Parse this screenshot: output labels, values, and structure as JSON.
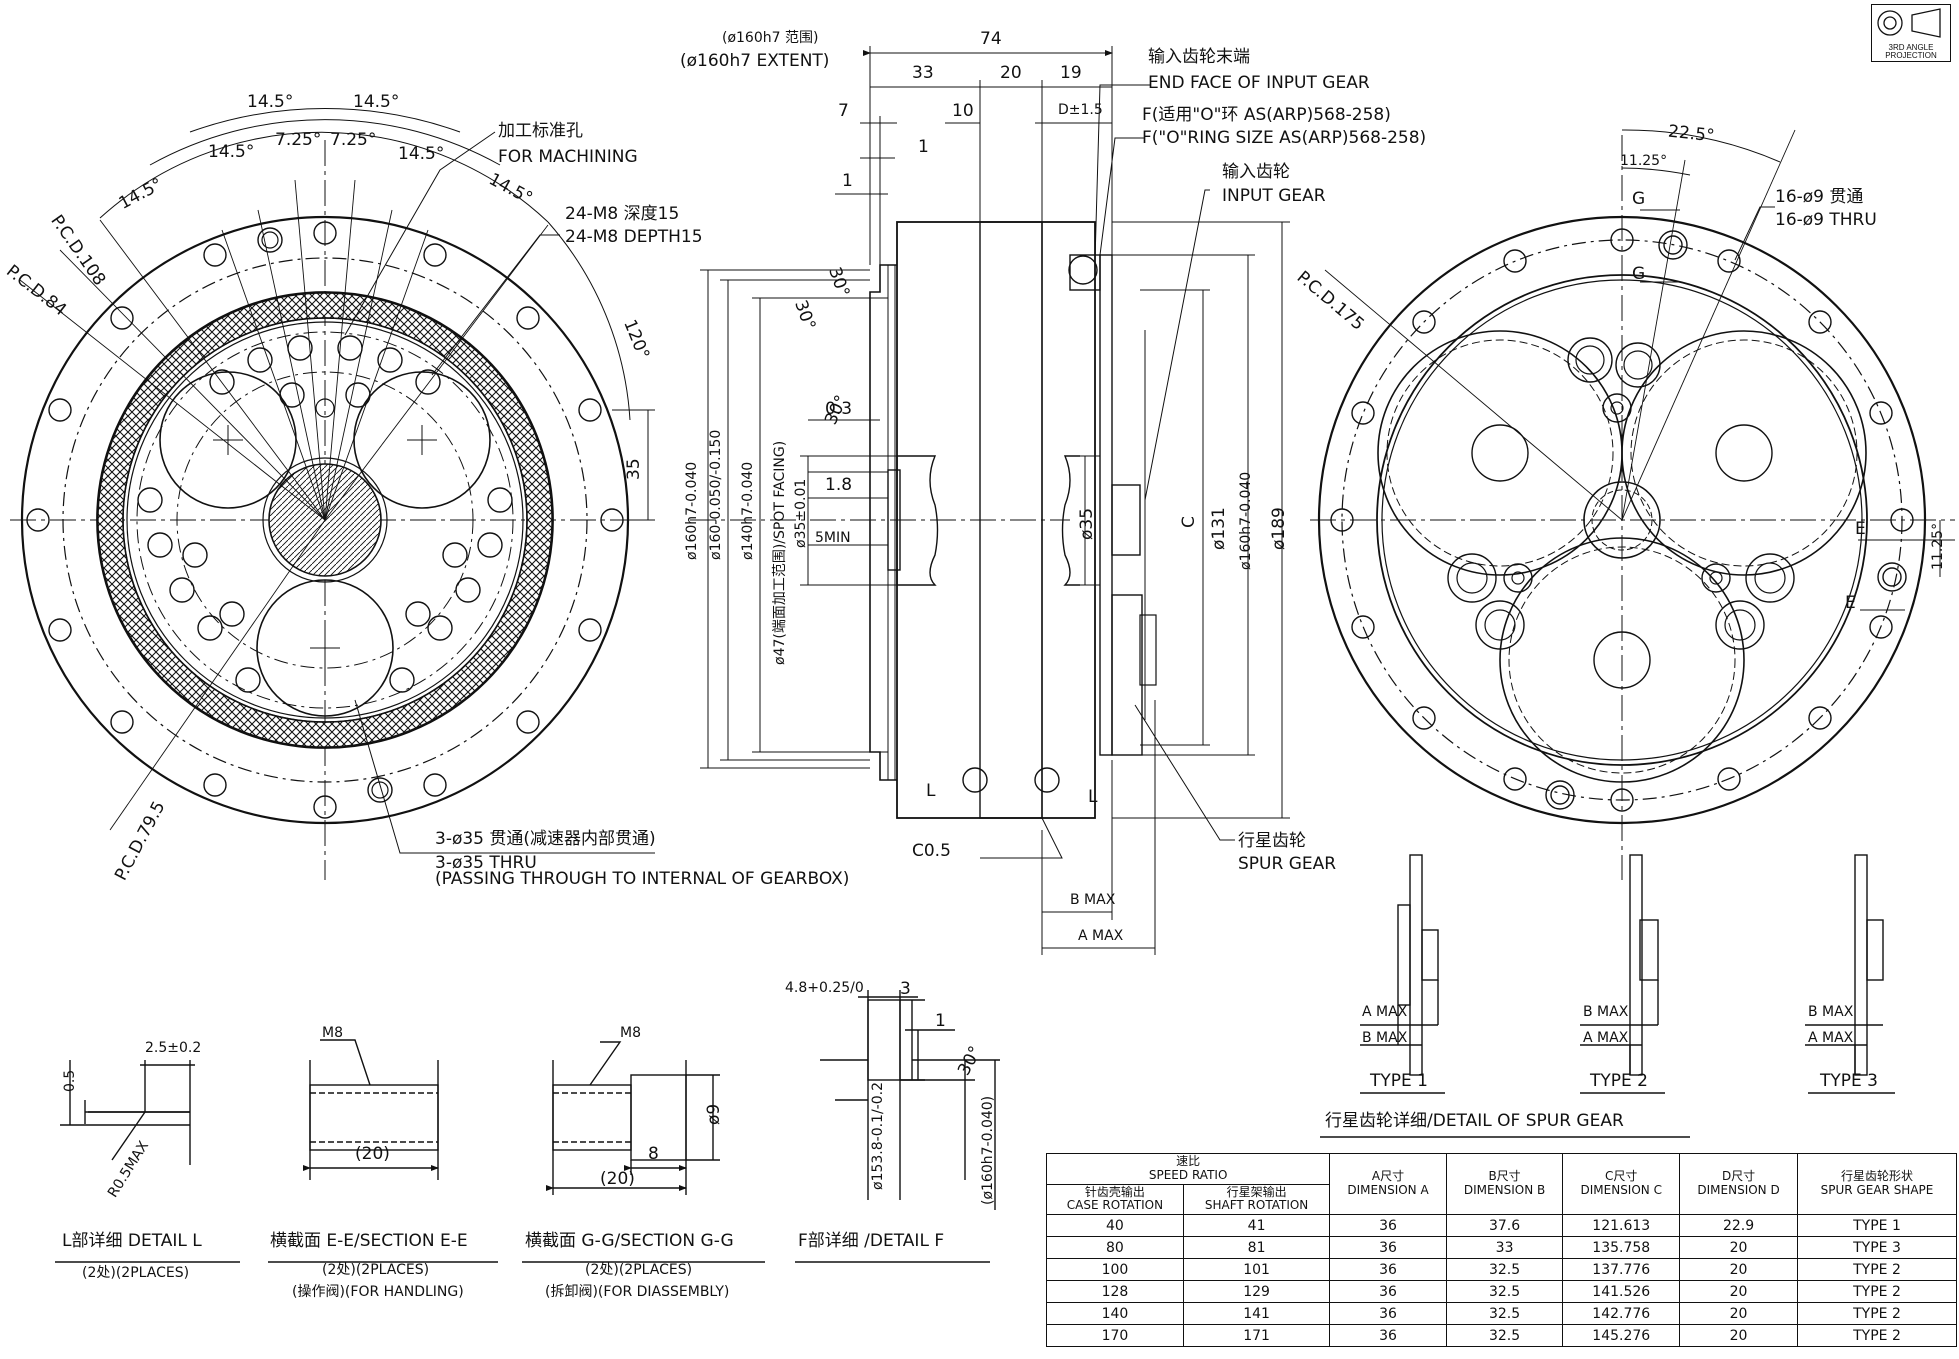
{
  "projection": "3RD ANGLE\nPROJECTION",
  "left_view": {
    "angle_a": "14.5°",
    "angle_b": "14.5°",
    "angle_c": "14.5°",
    "angle_d": "7.25°",
    "angle_e": "7.25°",
    "angle_f": "14.5°",
    "angle_g": "14.5°",
    "angle_h": "14.5°",
    "angle_120": "120°",
    "dim_35": "35",
    "pcd_108": "P.C.D.108",
    "pcd_84": "P.C.D.84",
    "pcd_79_5": "P.C.D.79.5",
    "machining_cn": "加工标准孔",
    "machining_en": "FOR MACHINING",
    "tap_cn": "24-M8 深度15",
    "tap_en": "24-M8 DEPTH15",
    "thru_cn": "3-ø35 贯通(减速器内部贯通)",
    "thru_en": "3-ø35 THRU",
    "thru_en2": "(PASSING THROUGH TO INTERNAL OF GEARBOX)"
  },
  "section_view": {
    "extent_cn": "(ø160h7 范围)",
    "extent_en": "(ø160h7 EXTENT)",
    "dim_74": "74",
    "dim_33": "33",
    "dim_20": "20",
    "dim_19": "19",
    "dim_7": "7",
    "dim_10": "10",
    "dim_1a": "1",
    "dim_1b": "1",
    "dim_d": "D±1.5",
    "dim_30a": "30°",
    "dim_30b": "30°",
    "dim_30c": "30°",
    "dim_0_3": "0.3",
    "dim_1_8": "1.8",
    "dim_5min": "5MIN",
    "dia_160a": "ø160h7-0.040",
    "dia_160b": "ø160-0.050/-0.150",
    "dia_140": "ø140h7-0.040",
    "dia_47": "ø47(端面加工范围)/SPOT FACING)",
    "dia_35tol": "ø35±0.01",
    "dia_35": "ø35",
    "dim_c": "C",
    "dia_131": "ø131",
    "dia_160c": "ø160h7-0.040",
    "dia_189": "ø189",
    "end_face_cn": "输入齿轮末端",
    "end_face_en": "END FACE OF INPUT GEAR",
    "oring_cn": "F(适用\"O\"环 AS(ARP)568-258)",
    "oring_en": "F(\"O\"RING SIZE AS(ARP)568-258)",
    "input_gear_cn": "输入齿轮",
    "input_gear_en": "INPUT GEAR",
    "spur_gear_cn": "行星齿轮",
    "spur_gear_en": "SPUR GEAR",
    "l_left": "L",
    "l_right": "L",
    "c05": "C0.5",
    "b_max": "B MAX",
    "a_max": "A MAX"
  },
  "right_view": {
    "angle_22_5": "22.5°",
    "angle_11_25": "11.25°",
    "angle_11_25b": "11.25°",
    "g_top": "G",
    "g_bottom": "G",
    "e_top": "E",
    "e_bottom": "E",
    "holes_cn": "16-ø9 贯通",
    "holes_en": "16-ø9 THRU",
    "pcd_175": "P.C.D.175"
  },
  "gear_types": {
    "t1": {
      "label": "TYPE 1",
      "upper": "A MAX",
      "lower": "B MAX"
    },
    "t2": {
      "label": "TYPE 2",
      "upper": "B MAX",
      "lower": "A MAX"
    },
    "t3": {
      "label": "TYPE 3",
      "upper": "B MAX",
      "lower": "A MAX"
    },
    "title": "行星齿轮详细/DETAIL OF SPUR GEAR"
  },
  "details": {
    "l": {
      "dim_2_5": "2.5±0.2",
      "dim_0_5": "0.5",
      "r05": "R0.5MAX",
      "title": "L部详细 DETAIL L",
      "sub": "(2处)(2PLACES)"
    },
    "e": {
      "m8": "M8",
      "dim_20": "(20)",
      "title": "横截面 E-E/SECTION E-E",
      "sub": "(2处)(2PLACES)",
      "sub2": "(操作阀)(FOR HANDLING)"
    },
    "g": {
      "m8": "M8",
      "dim_9": "ø9",
      "dim_8": "8",
      "dim_20": "(20)",
      "title": "横截面 G-G/SECTION G-G",
      "sub": "(2处)(2PLACES)",
      "sub2": "(拆卸阀)(FOR DIASSEMBLY)"
    },
    "f": {
      "dim_4_8": "4.8+0.25/0",
      "dim_3": "3",
      "dim_1": "1",
      "dim_30": "30°",
      "dia_153": "ø153.8-0.1/-0.2",
      "dia_160": "(ø160h7-0.040)",
      "title": "F部详细 /DETAIL F"
    }
  },
  "table": {
    "speed_ratio": "速比\nSPEED RATIO",
    "case_rotation": "针齿壳输出\nCASE ROTATION",
    "shaft_rotation": "行星架输出\nSHAFT ROTATION",
    "dim_a": "A尺寸\nDIMENSION A",
    "dim_b": "B尺寸\nDIMENSION B",
    "dim_c": "C尺寸\nDIMENSION C",
    "dim_d": "D尺寸\nDIMENSION D",
    "shape": "行星齿轮形状\nSPUR GEAR SHAPE",
    "rows": [
      [
        "40",
        "41",
        "36",
        "37.6",
        "121.613",
        "22.9",
        "TYPE 1"
      ],
      [
        "80",
        "81",
        "36",
        "33",
        "135.758",
        "20",
        "TYPE 3"
      ],
      [
        "100",
        "101",
        "36",
        "32.5",
        "137.776",
        "20",
        "TYPE 2"
      ],
      [
        "128",
        "129",
        "36",
        "32.5",
        "141.526",
        "20",
        "TYPE 2"
      ],
      [
        "140",
        "141",
        "36",
        "32.5",
        "142.776",
        "20",
        "TYPE 2"
      ],
      [
        "170",
        "171",
        "36",
        "32.5",
        "145.276",
        "20",
        "TYPE 2"
      ]
    ]
  }
}
